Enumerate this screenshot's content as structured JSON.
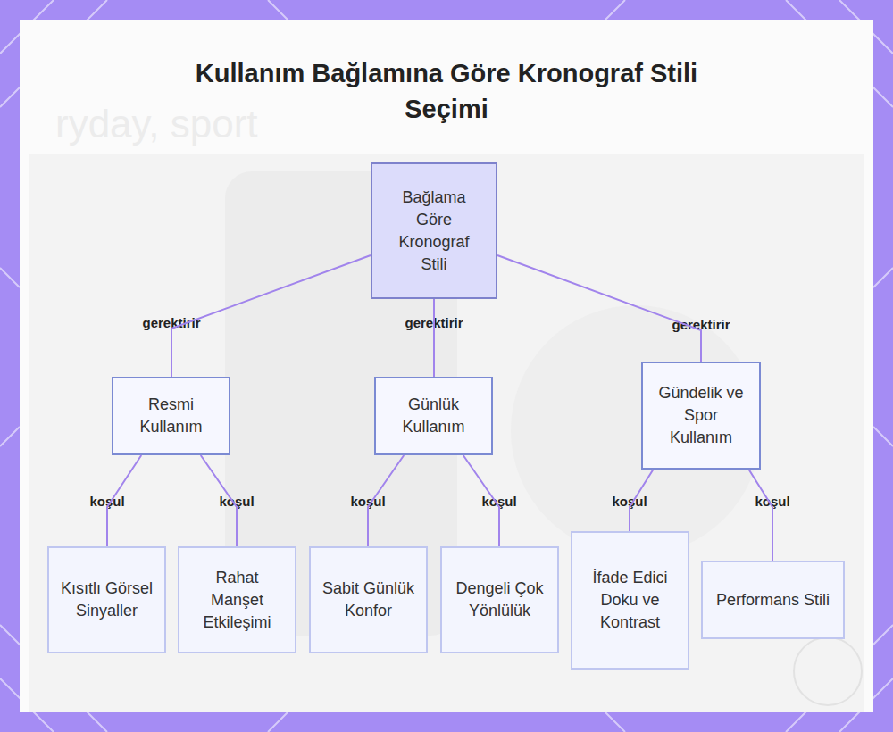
{
  "diagram": {
    "title": "Kullanım Bağlamına Göre Kronograf Stili Seçimi",
    "nodes": [
      {
        "text": [
          "Bağlama Göre Kronograf Stili"
        ]
      },
      {
        "text": [
          "Resmi Kullanım"
        ]
      },
      {
        "text": [
          "Günlük Kullanım"
        ]
      },
      {
        "text": [
          "Gündelik ve Spor Kullanım"
        ]
      },
      {
        "text": [
          "Kısıtlı Görsel Sinyaller"
        ]
      },
      {
        "text": [
          "Rahat Manşet Etkileşimi"
        ]
      },
      {
        "text": [
          "Sabit Günlük Konfor"
        ]
      },
      {
        "text": [
          "Dengeli Çok Yönlülük"
        ]
      },
      {
        "text": [
          "İfade Edici Doku ve Kontrast"
        ]
      },
      {
        "text": [
          "Performans Stili"
        ]
      }
    ],
    "edges": [
      {
        "from": 0,
        "to": 1,
        "label": "gerektirir",
        "arrow": "none"
      },
      {
        "from": 0,
        "to": 2,
        "label": "gerektirir",
        "arrow": "none"
      },
      {
        "from": 0,
        "to": 3,
        "label": "gerektirir",
        "arrow": "none"
      },
      {
        "from": 1,
        "to": 4,
        "label": "koşul",
        "arrow": "none"
      },
      {
        "from": 1,
        "to": 5,
        "label": "koşul",
        "arrow": "none"
      },
      {
        "from": 2,
        "to": 6,
        "label": "koşul",
        "arrow": "none"
      },
      {
        "from": 2,
        "to": 7,
        "label": "koşul",
        "arrow": "none"
      },
      {
        "from": 3,
        "to": 8,
        "label": "koşul",
        "arrow": "none"
      },
      {
        "from": 3,
        "to": 9,
        "label": "koşul",
        "arrow": "none"
      }
    ],
    "labels": [
      "ryday, sport"
    ]
  }
}
